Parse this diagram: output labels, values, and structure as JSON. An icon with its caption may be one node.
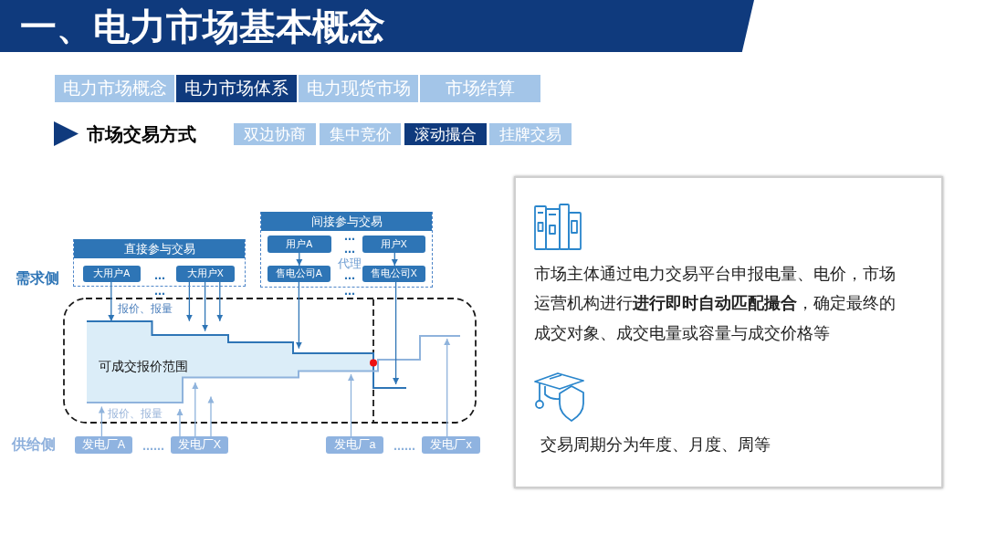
{
  "diagram": {
    "title": "一、电力市场基本概念",
    "nodes": [
      {
        "text": [
          "电力市场概念"
        ]
      },
      {
        "text": [
          "电力市场体系"
        ]
      },
      {
        "text": [
          "电力现货市场"
        ]
      },
      {
        "text": [
          "市场结算"
        ]
      },
      {
        "text": [
          "双边协商"
        ]
      },
      {
        "text": [
          "集中竞价"
        ]
      },
      {
        "text": [
          "滚动撮合"
        ]
      },
      {
        "text": [
          "挂牌交易"
        ]
      },
      {
        "text": [
          "直接参与交易"
        ]
      },
      {
        "text": [
          "大用户A"
        ],
        "in": 8
      },
      {
        "text": [
          "大用户X"
        ],
        "in": 8
      },
      {
        "text": [
          "间接参与交易"
        ]
      },
      {
        "text": [
          "用户A"
        ],
        "in": 11
      },
      {
        "text": [
          "用户X"
        ],
        "in": 11
      },
      {
        "text": [
          "售电公司A"
        ],
        "in": 11
      },
      {
        "text": [
          "售电公司X"
        ],
        "in": 11
      },
      {
        "text": [
          "可成交报价范围"
        ]
      },
      {
        "text": [
          "发电厂A"
        ]
      },
      {
        "text": [
          "发电厂X"
        ]
      },
      {
        "text": [
          "发电厂a"
        ]
      },
      {
        "text": [
          "发电厂x"
        ]
      },
      {
        "text": [
          "市场主体通过电力交易平台申报电量、电价，市场运营机构进行**进行即时自动匹配撮合**，确定最终的成交对象、成交电量或容量与成交价格等",
          "交易周期分为年度、月度、周等"
        ]
      }
    ],
    "edges": [
      {
        "from": 12,
        "to": 14,
        "arrow": "to"
      },
      {
        "from": 13,
        "to": 15,
        "arrow": "to"
      },
      {
        "from": 9,
        "to": 16,
        "arrow": "to"
      },
      {
        "from": 10,
        "to": 16,
        "arrow": "to"
      },
      {
        "from": 10,
        "to": 16,
        "arrow": "to"
      },
      {
        "from": 10,
        "to": 16,
        "arrow": "to"
      },
      {
        "from": 14,
        "to": 16,
        "arrow": "to"
      },
      {
        "from": 15,
        "to": 16,
        "arrow": "to"
      },
      {
        "from": 17,
        "to": 16,
        "arrow": "to",
        "color": "#8fb3dc"
      },
      {
        "from": 18,
        "to": 16,
        "arrow": "to",
        "color": "#8fb3dc"
      },
      {
        "from": 18,
        "to": 16,
        "arrow": "to",
        "color": "#8fb3dc"
      },
      {
        "from": 18,
        "to": 16,
        "arrow": "to",
        "color": "#8fb3dc"
      },
      {
        "from": 19,
        "to": 16,
        "arrow": "to",
        "color": "#8fb3dc"
      },
      {
        "from": 20,
        "to": 16,
        "arrow": "to",
        "color": "#8fb3dc"
      }
    ],
    "labels": [
      "市场交易方式",
      "…",
      "…",
      "代理",
      "需求侧",
      "…",
      "…",
      "…",
      "…",
      "报价、报量",
      "报价、报量",
      "供给侧",
      "……",
      "……"
    ]
  }
}
